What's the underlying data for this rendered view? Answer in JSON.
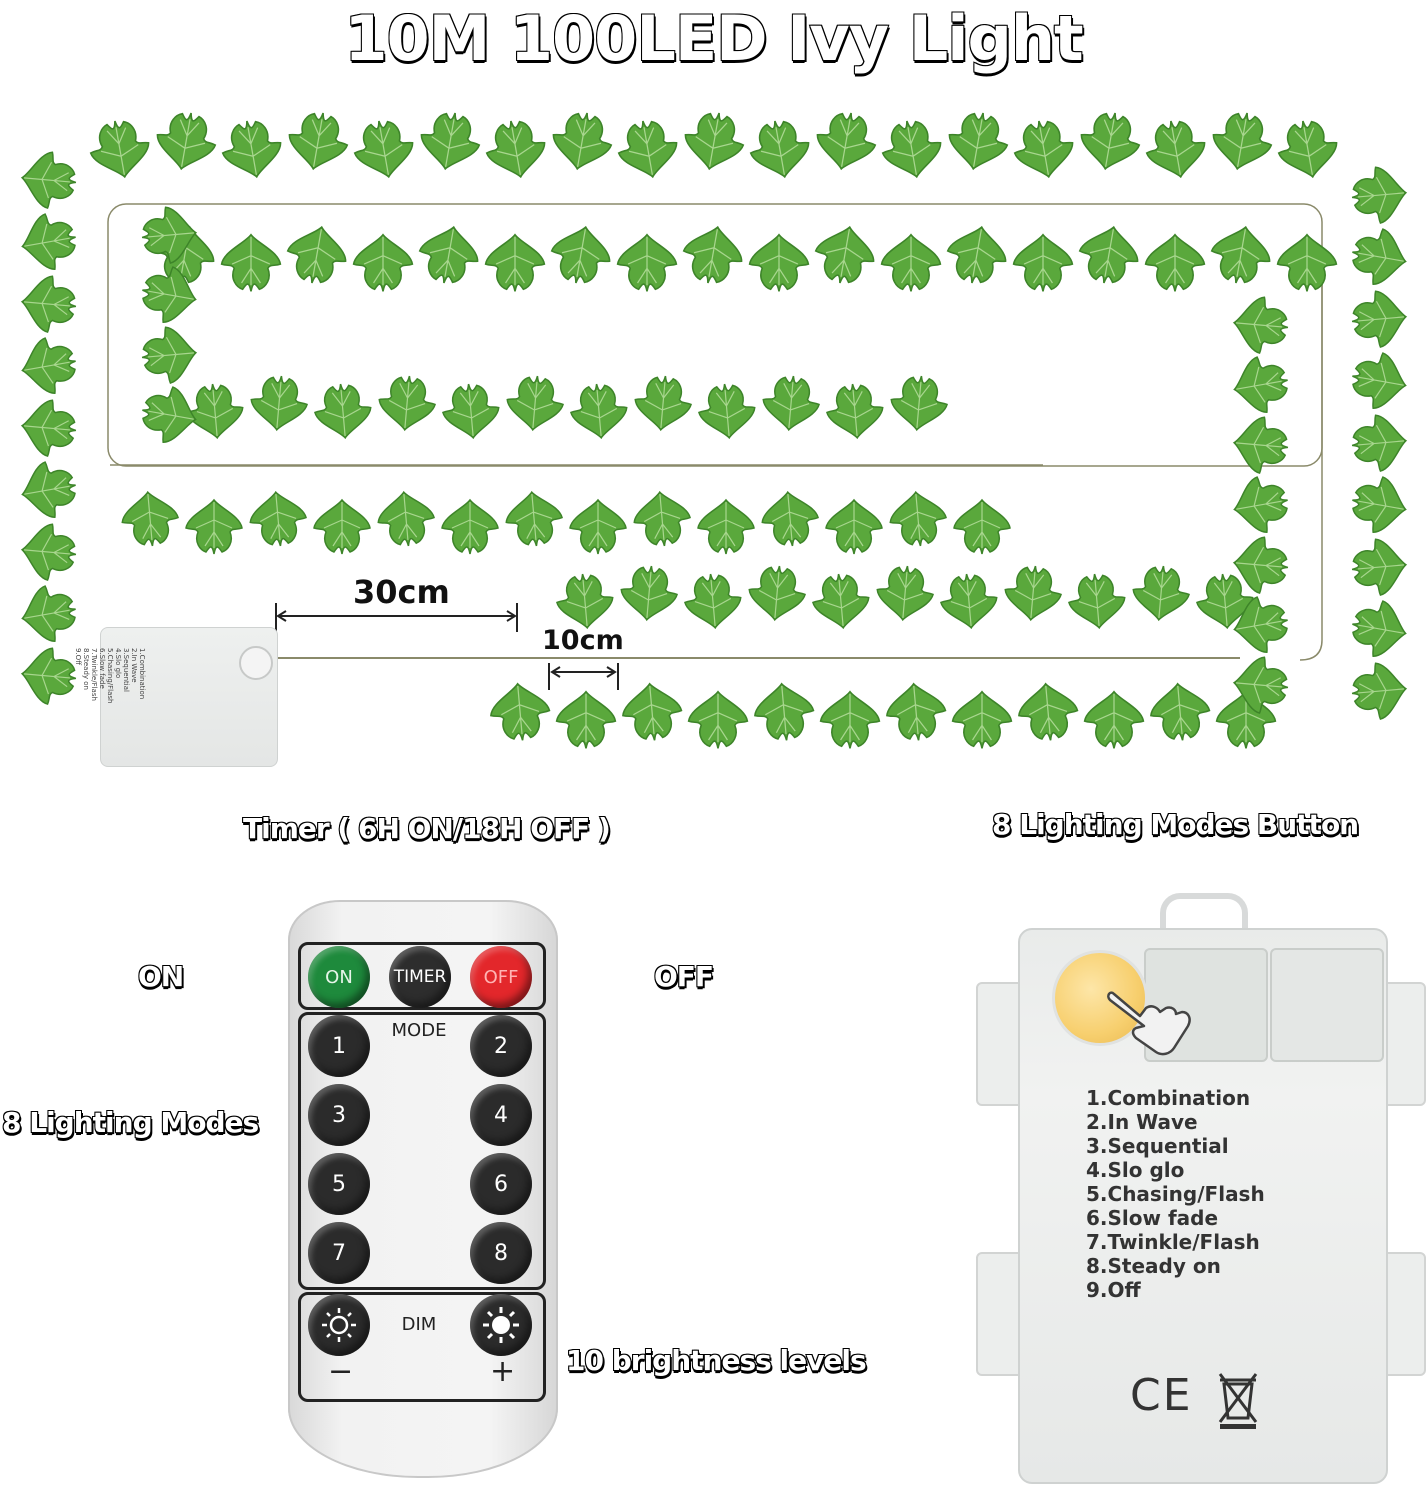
{
  "title": "10M 100LED Ivy Light",
  "dimensions": {
    "lead_length": "30cm",
    "leaf_spacing": "10cm"
  },
  "callouts": {
    "timer": "Timer ( 6H ON/18H OFF )",
    "on": "ON",
    "off": "OFF",
    "modes": "8 Lighting Modes",
    "brightness": "10 brightness levels",
    "box_button": "8 Lighting Modes Button"
  },
  "remote": {
    "on_label": "ON",
    "timer_label": "TIMER",
    "off_label": "OFF",
    "mode_label": "MODE",
    "dim_label": "DIM",
    "minus": "−",
    "plus": "+",
    "numbers": [
      "1",
      "2",
      "3",
      "4",
      "5",
      "6",
      "7",
      "8"
    ]
  },
  "battery_box": {
    "modes": [
      "1.Combination",
      "2.In Wave",
      "3.Sequential",
      "4.Slo glo",
      "5.Chasing/Flash",
      "6.Slow fade",
      "7.Twinkle/Flash",
      "8.Steady on",
      "9.Off"
    ],
    "marks": "CE"
  },
  "colors": {
    "leaf": "#5aa83c",
    "leaf_dark": "#3f8a2a",
    "button_light": "#f7cf6e",
    "on_button": "#1e8a3c",
    "off_button": "#e3272b"
  }
}
